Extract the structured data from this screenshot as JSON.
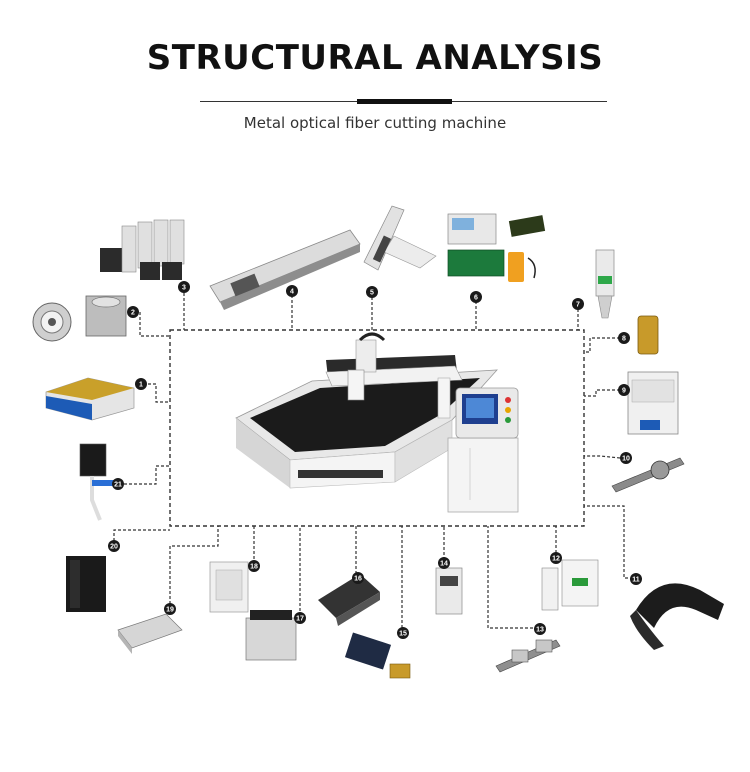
{
  "title": "STRUCTURAL ANALYSIS",
  "subtitle": "Metal optical fiber cutting machine",
  "numbers": [
    "1",
    "2",
    "3",
    "4",
    "5",
    "6",
    "7",
    "8",
    "9",
    "10",
    "11",
    "12",
    "13",
    "14",
    "15",
    "16",
    "17",
    "18",
    "19",
    "20",
    "21"
  ],
  "colors": {
    "badge": "#1a1a1a",
    "line": "#333333",
    "sheet_metal": "#f2f2f2",
    "bed": "#1b1b1b"
  }
}
